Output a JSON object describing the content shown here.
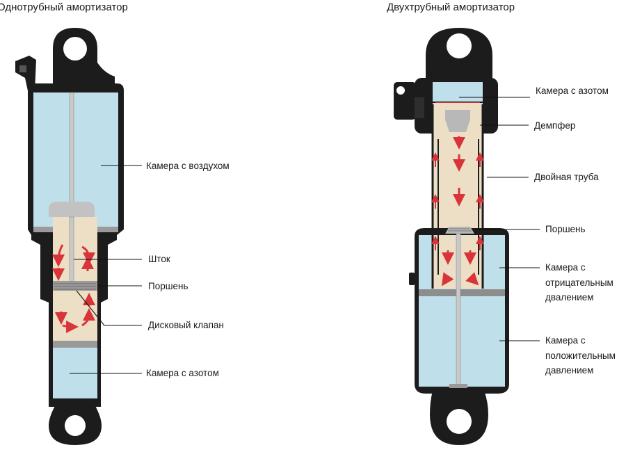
{
  "titles": {
    "monotube": "Однотрубный амортизатор",
    "twintube": "Двухтрубный амортизатор"
  },
  "monotube_labels": {
    "air_chamber": "Камера с воздухом",
    "rod": "Шток",
    "piston": "Поршень",
    "disc_valve": "Дисковый клапан",
    "nitrogen_chamber": "Камера с азотом"
  },
  "twintube_labels": {
    "nitrogen_chamber": "Камера с азотом",
    "damper": "Демпфер",
    "double_tube": "Двойная труба",
    "piston": "Поршень",
    "negative_chamber_l1": "Камера с",
    "negative_chamber_l2": "отрицательным",
    "negative_chamber_l3": "двалением",
    "positive_chamber_l1": "Камера с",
    "positive_chamber_l2": "положительным",
    "positive_chamber_l3": "давлением"
  },
  "colors": {
    "body": "#1c1c1c",
    "chamber": "#bfe0ea",
    "oil": "#ecdfc6",
    "steel": "#b8b8b8",
    "arrow": "#d9343a"
  }
}
